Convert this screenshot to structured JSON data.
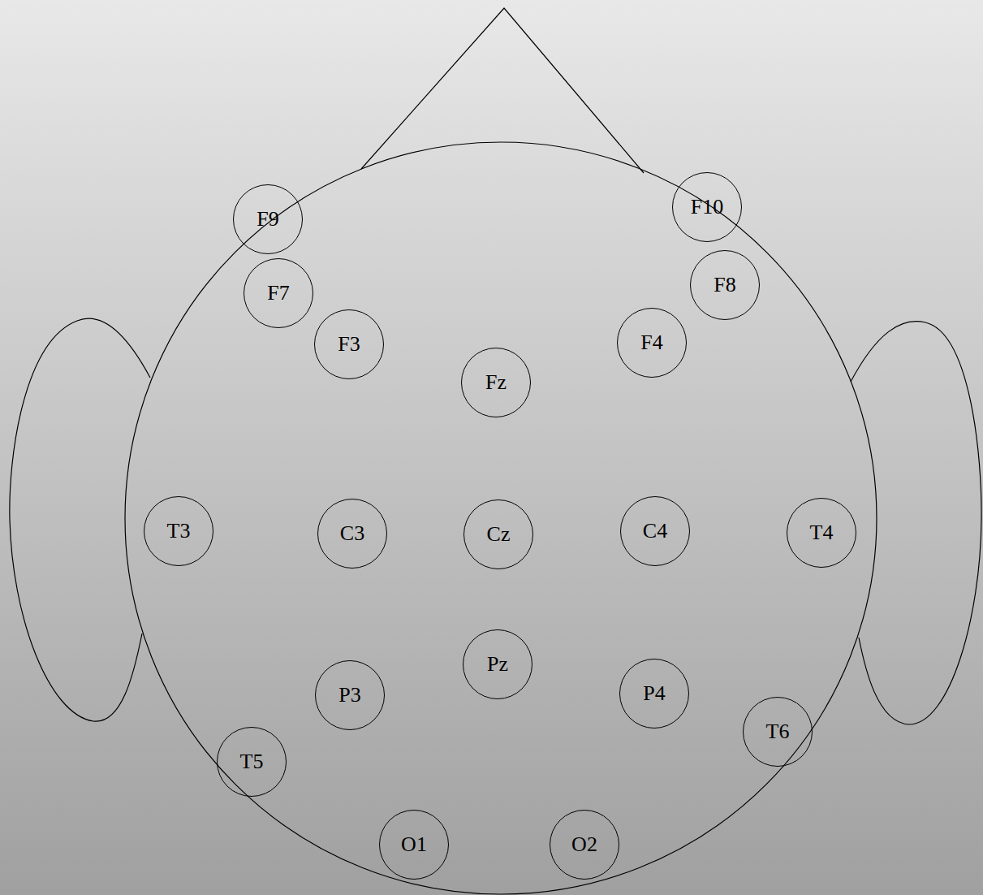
{
  "diagram": {
    "nodes": [
      {
        "text": [
          "F9"
        ]
      },
      {
        "text": [
          "F10"
        ]
      },
      {
        "text": [
          "F7"
        ]
      },
      {
        "text": [
          "F8"
        ]
      },
      {
        "text": [
          "F3"
        ]
      },
      {
        "text": [
          "F4"
        ]
      },
      {
        "text": [
          "Fz"
        ]
      },
      {
        "text": [
          "T3"
        ]
      },
      {
        "text": [
          "C3"
        ]
      },
      {
        "text": [
          "Cz"
        ]
      },
      {
        "text": [
          "C4"
        ]
      },
      {
        "text": [
          "T4"
        ]
      },
      {
        "text": [
          "Pz"
        ]
      },
      {
        "text": [
          "P3"
        ]
      },
      {
        "text": [
          "P4"
        ]
      },
      {
        "text": [
          "T6"
        ]
      },
      {
        "text": [
          "T5"
        ]
      },
      {
        "text": [
          "O1"
        ]
      },
      {
        "text": [
          "O2"
        ]
      }
    ]
  }
}
